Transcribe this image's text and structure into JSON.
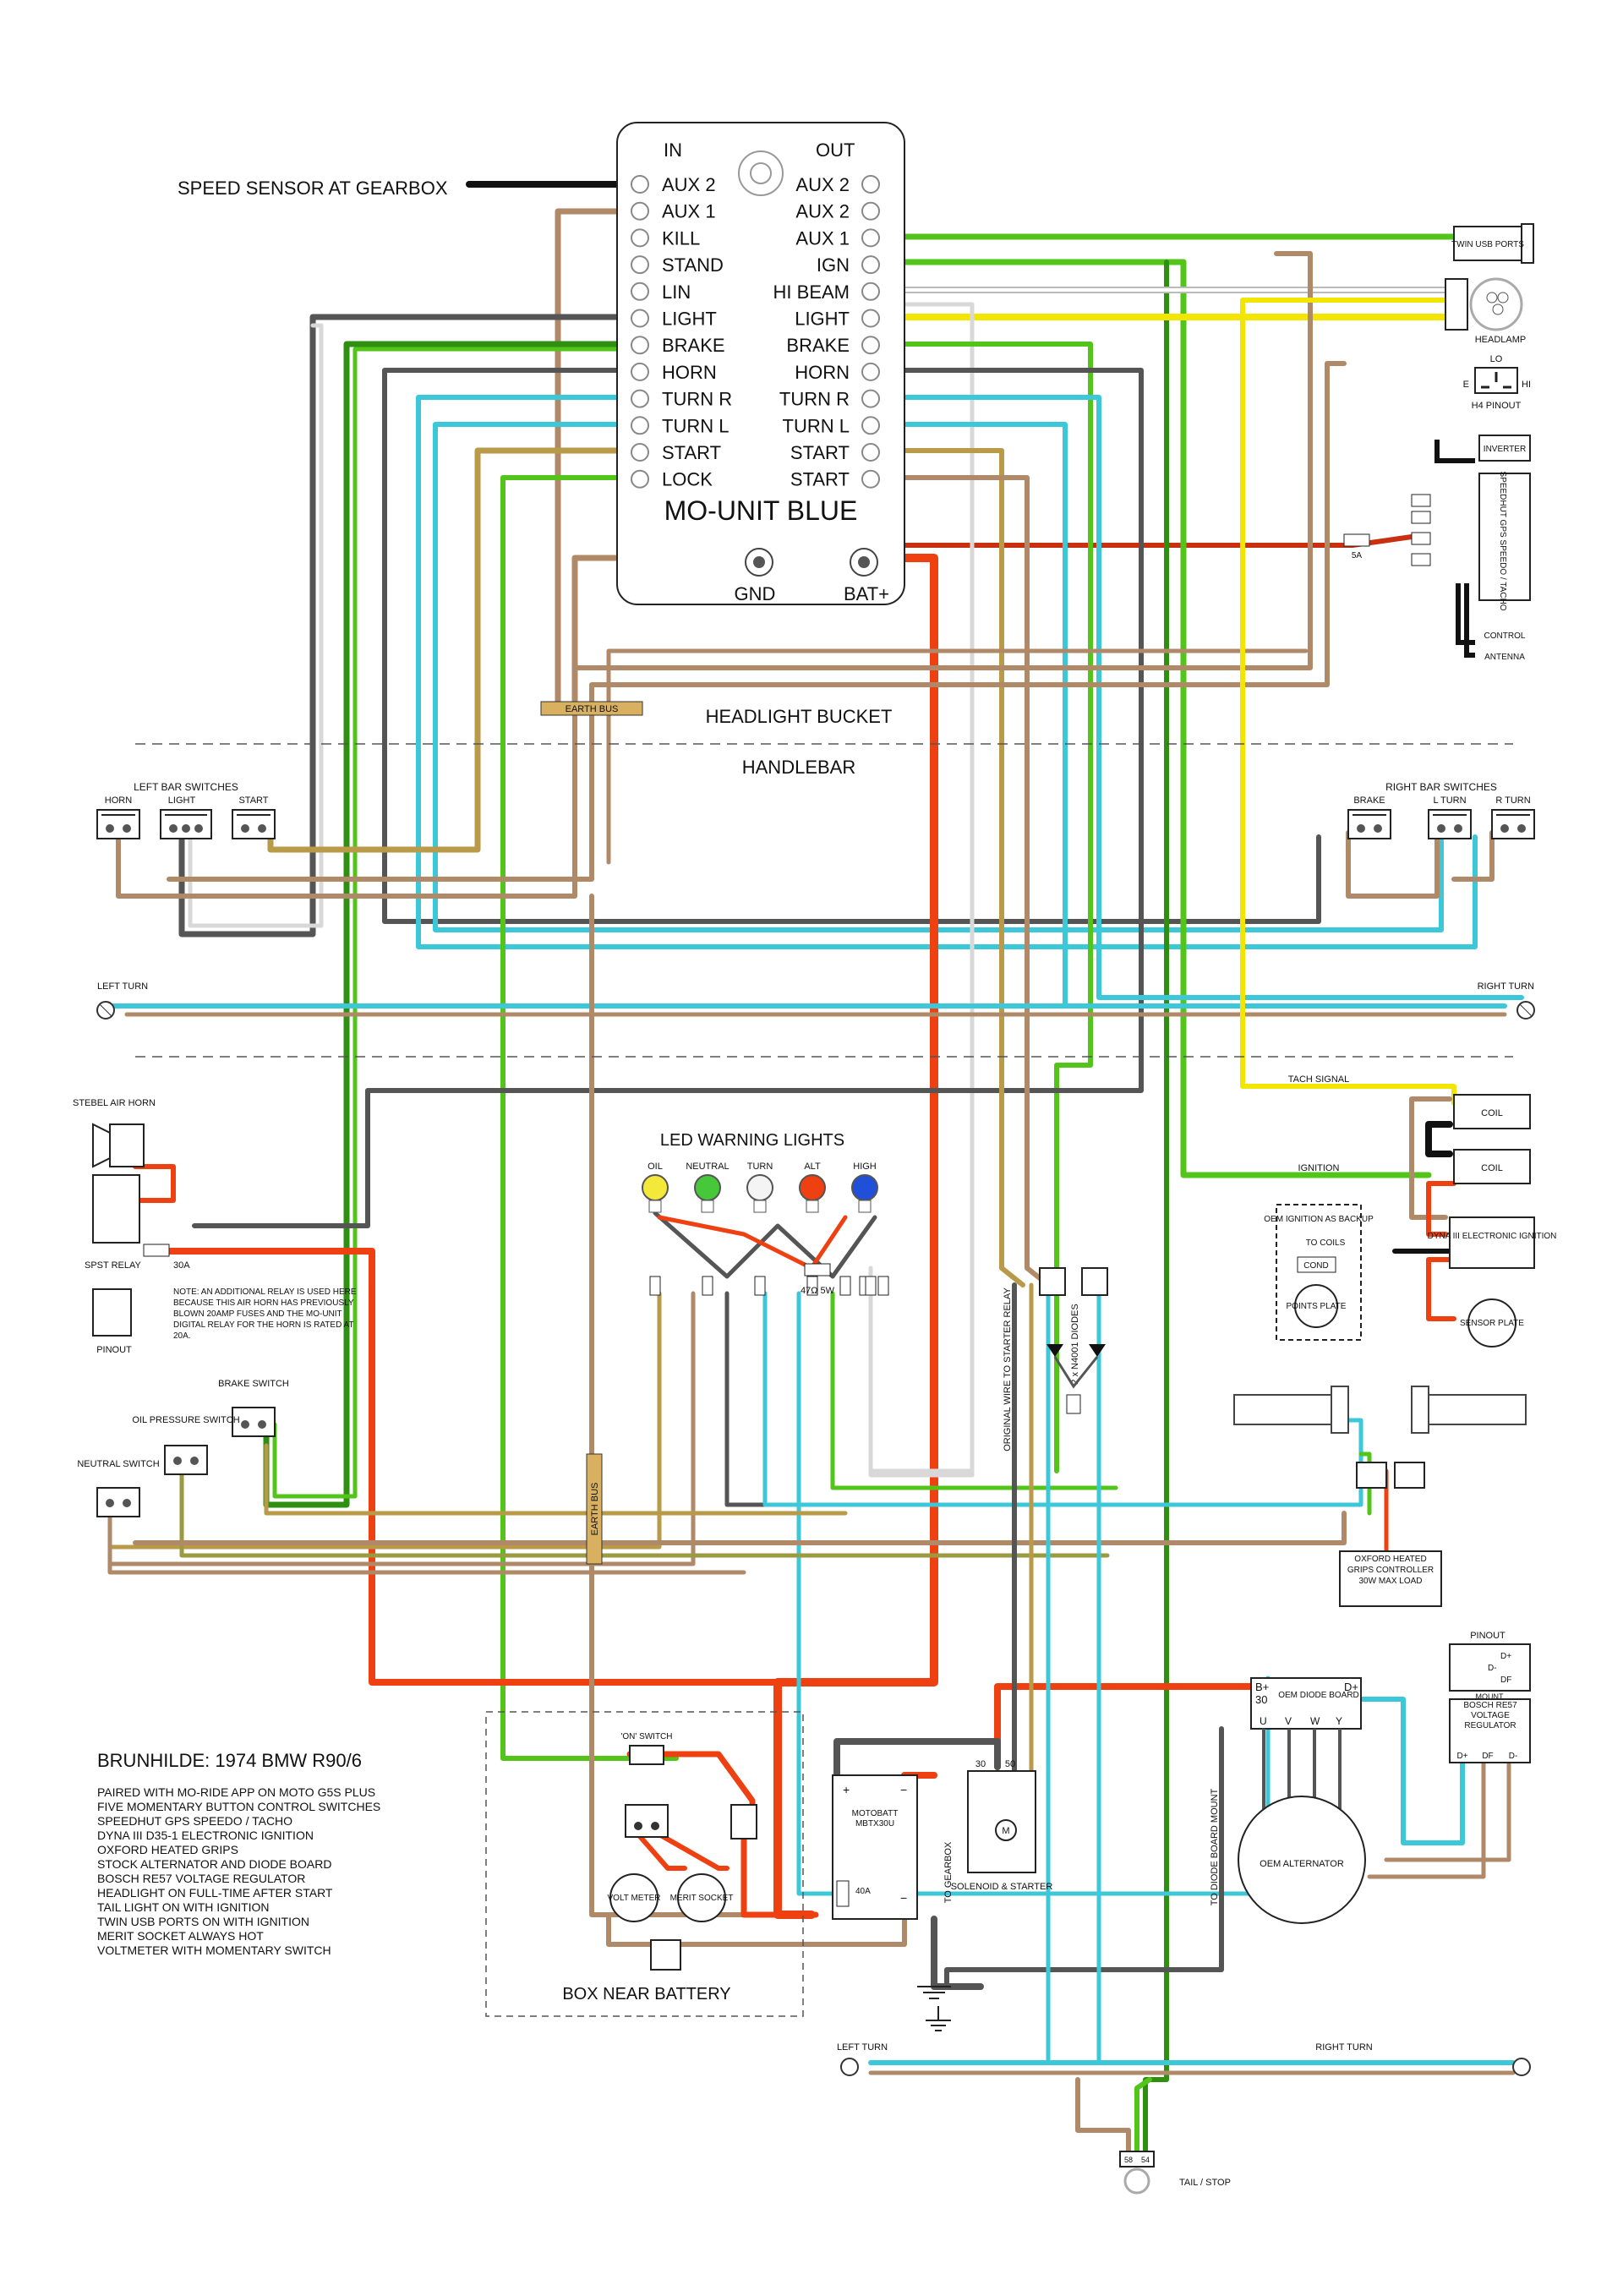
{
  "colors": {
    "black": "#111111",
    "brown": "#b08a68",
    "green": "#52c41a",
    "green_dark": "#2f8f10",
    "cyan": "#3cc8d8",
    "gray": "#555555",
    "white_wire": "#d8d8d8",
    "yellow": "#f2e600",
    "red": "#ee4010",
    "tan": "#b89a48",
    "olive": "#9a9a40",
    "box_fill": "#d8b060"
  },
  "mo_unit": {
    "title": "MO-UNIT BLUE",
    "in_header": "IN",
    "out_header": "OUT",
    "in_pins": [
      "AUX 2",
      "AUX 1",
      "KILL",
      "STAND",
      "LIN",
      "LIGHT",
      "BRAKE",
      "HORN",
      "TURN R",
      "TURN L",
      "START",
      "LOCK"
    ],
    "out_pins": [
      "AUX 2",
      "AUX 2",
      "AUX 1",
      "IGN",
      "HI BEAM",
      "LIGHT",
      "BRAKE",
      "HORN",
      "TURN R",
      "TURN L",
      "START",
      "START"
    ],
    "gnd": "GND",
    "bat": "BAT+"
  },
  "labels": {
    "speed_sensor": "SPEED SENSOR AT GEARBOX",
    "headlight_bucket": "HEADLIGHT BUCKET",
    "handlebar": "HANDLEBAR",
    "earth_bus": "EARTH BUS",
    "left_bar": "LEFT BAR SWITCHES",
    "horn": "HORN",
    "light": "LIGHT",
    "start": "START",
    "right_bar": "RIGHT BAR SWITCHES",
    "brake": "BRAKE",
    "l_turn": "L TURN",
    "r_turn": "R TURN",
    "left_turn": "LEFT TURN",
    "right_turn": "RIGHT TURN",
    "twin_usb": "TWIN USB PORTS",
    "headlamp": "HEADLAMP",
    "h4_pinout": "H4 PINOUT",
    "lo": "LO",
    "e": "E",
    "hi": "HI",
    "inverter": "INVERTER",
    "speedhut": "SPEEDHUT GPS SPEEDO / TACHO",
    "control": "CONTROL",
    "antenna": "ANTENNA",
    "fuse_5a": "5A",
    "tach_signal": "TACH SIGNAL",
    "coil": "COIL",
    "ignition": "IGNITION",
    "dyna": "DYNA III ELECTRONIC IGNITION",
    "sensor_plate": "SENSOR PLATE",
    "oem_backup": "OEM IGNITION AS BACKUP",
    "to_coils": "TO COILS",
    "cond": "COND",
    "points_plate": "POINTS PLATE",
    "stebel": "STEBEL AIR HORN",
    "spst": "SPST RELAY",
    "fuse_30a": "30A",
    "relay_pinout": "PINOUT",
    "horn_note": "NOTE: AN ADDITIONAL RELAY IS USED HERE BECAUSE THIS AIR HORN HAS PREVIOUSLY BLOWN 20AMP FUSES AND THE MO-UNIT DIGITAL RELAY FOR THE HORN IS RATED AT 20A.",
    "led_title": "LED WARNING LIGHTS",
    "led_oil": "OIL",
    "led_neutral": "NEUTRAL",
    "led_turn": "TURN",
    "led_alt": "ALT",
    "led_high": "HIGH",
    "resistor": "47Ω 5W",
    "diodes": "2 x N4001 DIODES",
    "orig_starter": "ORIGINAL WIRE TO STARTER RELAY",
    "brake_switch": "BRAKE SWITCH",
    "oil_switch": "OIL PRESSURE SWITCH",
    "neutral_switch": "NEUTRAL SWITCH",
    "oxford": "OXFORD HEATED GRIPS CONTROLLER 30W MAX LOAD",
    "pinout": "PINOUT",
    "d_plus": "D+",
    "d_minus": "D-",
    "df": "DF",
    "mount": "MOUNT",
    "bosch": "BOSCH RE57 VOLTAGE REGULATOR",
    "b_plus": "B+",
    "b30": "30",
    "oem_diode": "OEM DIODE BOARD",
    "u": "U",
    "v": "V",
    "w": "W",
    "y": "Y",
    "oem_alt": "OEM ALTERNATOR",
    "to_diode_mount": "TO DIODE BOARD MOUNT",
    "on_switch": "'ON' SWITCH",
    "volt_meter": "VOLT METER",
    "merit": "MERIT SOCKET",
    "box_battery": "BOX NEAR BATTERY",
    "motobatt": "MOTOBATT MBTX30U",
    "fuse_40a": "40A",
    "to_gearbox": "TO GEARBOX",
    "solenoid": "SOLENOID & STARTER",
    "sol_30": "30",
    "sol_50": "50",
    "tail_stop": "TAIL / STOP",
    "t58": "58",
    "t54": "54",
    "brunhilde_title": "BRUNHILDE: 1974 BMW R90/6"
  },
  "notes": [
    "PAIRED WITH MO-RIDE APP ON MOTO G5S PLUS",
    "FIVE MOMENTARY BUTTON CONTROL SWITCHES",
    "SPEEDHUT GPS SPEEDO / TACHO",
    "DYNA III D35-1 ELECTRONIC IGNITION",
    "OXFORD HEATED GRIPS",
    "STOCK ALTERNATOR AND DIODE BOARD",
    "BOSCH RE57 VOLTAGE REGULATOR",
    "HEADLIGHT ON FULL-TIME AFTER START",
    "TAIL LIGHT ON WITH IGNITION",
    "TWIN USB PORTS ON WITH IGNITION",
    "MERIT SOCKET ALWAYS HOT",
    "VOLTMETER WITH MOMENTARY SWITCH"
  ]
}
